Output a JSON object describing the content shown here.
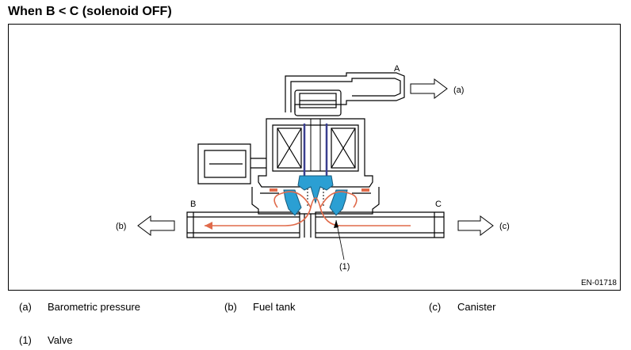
{
  "title": "When B < C (solenoid OFF)",
  "ports": {
    "a": "A",
    "b": "B",
    "c": "C"
  },
  "flows": {
    "a": "(a)",
    "b": "(b)",
    "c": "(c)"
  },
  "callouts": {
    "valve": "(1)"
  },
  "figure_id": "EN-01718",
  "legend": [
    {
      "key": "(a)",
      "label": "Barometric pressure"
    },
    {
      "key": "(b)",
      "label": "Fuel tank"
    },
    {
      "key": "(c)",
      "label": "Canister"
    },
    {
      "key": "(1)",
      "label": "Valve"
    }
  ],
  "colors": {
    "valve": "#2b9fd3",
    "flow_arrow": "#e06a4a",
    "shaft": "#3a3f8f",
    "line": "#000000"
  }
}
